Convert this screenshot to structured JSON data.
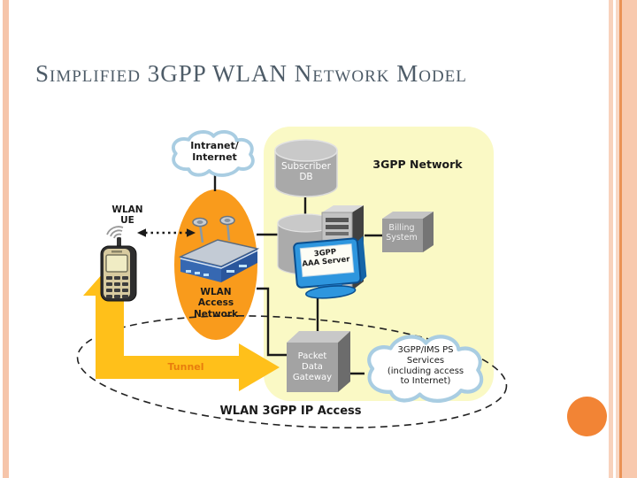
{
  "slide": {
    "title": "Simplified 3GPP WLAN Network Model"
  },
  "diagram": {
    "panel_label": "3GPP Network",
    "intranet_cloud": "Intranet/\nInternet",
    "ims_cloud": "3GPP/IMS PS\nServices\n(including access\nto Internet)",
    "wlan_ue": "WLAN\nUE",
    "wlan_access": "WLAN\nAccess\nNetwork",
    "subscriber_db": "Subscriber\nDB",
    "aaa_server": "3GPP\nAAA Server",
    "billing": "Billing\nSystem",
    "gateway": "Packet\nData\nGateway",
    "tunnel": "Tunnel",
    "ip_access": "WLAN 3GPP IP Access"
  },
  "colors": {
    "panel_yellow": "#FAF9C5",
    "access_orange": "#F99B1C",
    "tunnel_yellow": "#FFC01A",
    "tunnel_text": "#E87D0D",
    "cloud_blue": "#A9CDE2",
    "node_gray": "#A6A6A6",
    "monitor_blue": "#2E96DE",
    "accent_salmon": "#F6C5AA",
    "accent_circle": "#F28435",
    "title_color": "#4E5C68"
  }
}
